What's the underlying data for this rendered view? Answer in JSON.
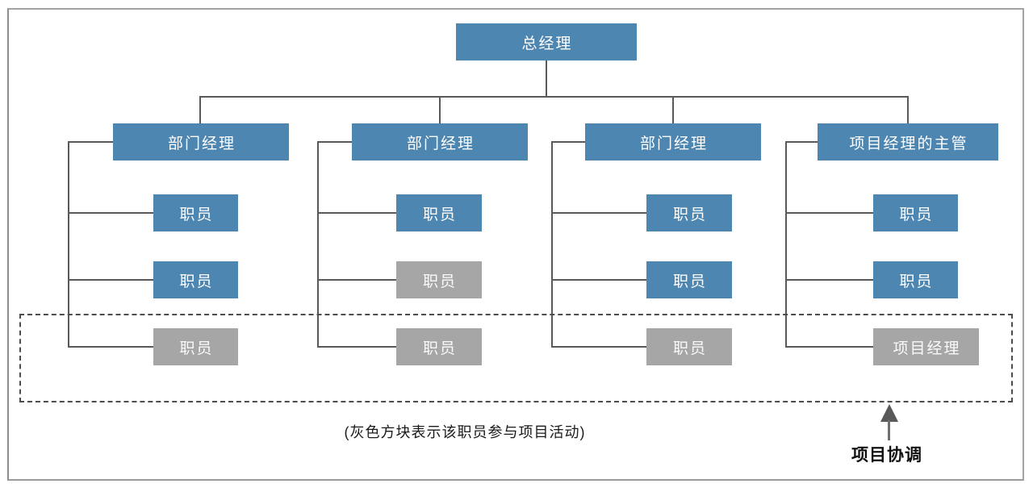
{
  "diagram": {
    "root": {
      "label": "总经理"
    },
    "columns": [
      {
        "manager": {
          "label": "部门经理"
        },
        "staff": [
          {
            "label": "职员",
            "variant": "blue"
          },
          {
            "label": "职员",
            "variant": "blue"
          },
          {
            "label": "职员",
            "variant": "gray"
          }
        ]
      },
      {
        "manager": {
          "label": "部门经理"
        },
        "staff": [
          {
            "label": "职员",
            "variant": "blue"
          },
          {
            "label": "职员",
            "variant": "gray"
          },
          {
            "label": "职员",
            "variant": "gray"
          }
        ]
      },
      {
        "manager": {
          "label": "部门经理"
        },
        "staff": [
          {
            "label": "职员",
            "variant": "blue"
          },
          {
            "label": "职员",
            "variant": "blue"
          },
          {
            "label": "职员",
            "variant": "gray"
          }
        ]
      },
      {
        "manager": {
          "label": "项目经理的主管"
        },
        "staff": [
          {
            "label": "职员",
            "variant": "blue"
          },
          {
            "label": "职员",
            "variant": "blue"
          },
          {
            "label": "项目经理",
            "variant": "gray"
          }
        ]
      }
    ],
    "caption": "(灰色方块表示该职员参与项目活动)",
    "annotation": "项目协调",
    "colors": {
      "node_blue": "#4e86b2",
      "node_gray": "#a6a6a6",
      "connector_line": "#595959",
      "node_text": "#ffffff"
    }
  }
}
